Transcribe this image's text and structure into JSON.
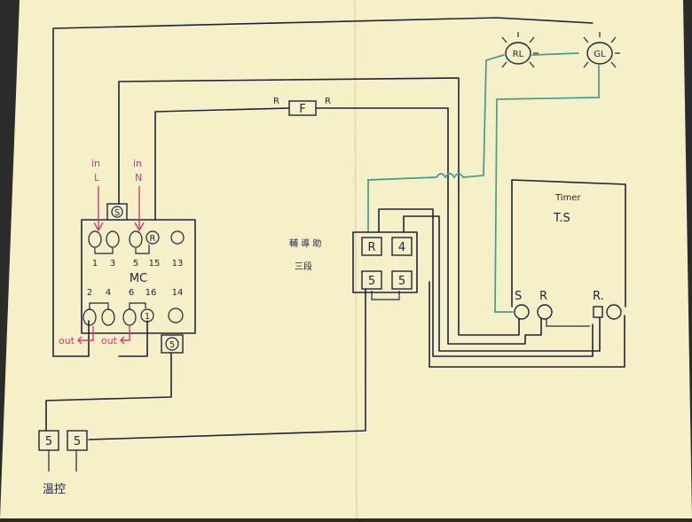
{
  "colors": {
    "paper": "#f6f0c8",
    "ink": "#1d2340",
    "teal": "#3f9c97",
    "red": "#d4397a"
  },
  "lamps": {
    "rl": "RL",
    "gl": "GL"
  },
  "fuse": {
    "label": "F",
    "left": "R",
    "right": "R"
  },
  "mc": {
    "label": "MC",
    "top_terminal": "S",
    "top_row": [
      "1",
      "3",
      "5",
      "15",
      "13"
    ],
    "bottom_row": [
      "2",
      "4",
      "6",
      "16",
      "14"
    ],
    "r_terminal": "R",
    "terminal_1": "1",
    "lower_terminal": "5",
    "in_l": [
      "in",
      "L"
    ],
    "in_n": [
      "in",
      "N"
    ],
    "out_left": "out",
    "out_right": "out"
  },
  "aux": {
    "label_line1": "輔 導 助",
    "label_line2": "三段",
    "cells": [
      "R",
      "4",
      "5",
      "5"
    ]
  },
  "timer": {
    "title": "Timer",
    "subtitle": "T.S",
    "terminals": [
      "S",
      "R",
      "R."
    ]
  },
  "thermo": {
    "terminals": [
      "5",
      "5"
    ],
    "label": "溫控"
  }
}
